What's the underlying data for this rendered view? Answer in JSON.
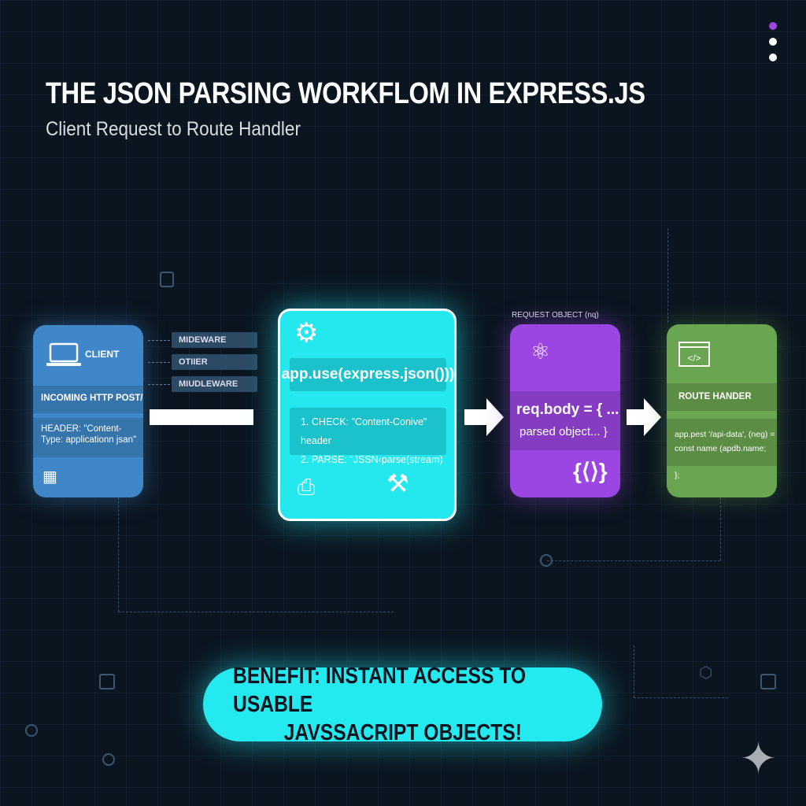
{
  "header": {
    "title": "THE JSON PARSING WORKFLOM IN EXPRESS.JS",
    "subtitle": "Client Request to Route Handler"
  },
  "client": {
    "label": "CLIENT",
    "request": "INCOMING HTTP POST/PUT",
    "header": "HEADER: \"Content-Type: applicationn jsan\""
  },
  "middleware": [
    "MIDEWARE",
    "OTIIER",
    "MIUDLEWARE"
  ],
  "express": {
    "code": "app.use(express.json()))",
    "steps": [
      "1.  CHECK: \"Content-Conive\" header",
      "2.  PARSE: \"JSSN‹parse(stream)"
    ]
  },
  "request": {
    "caption": "REQUEST OBJECT (nq)",
    "body": "req.body = { ...",
    "parsed": "parsed object... }",
    "braces": "{⟨⟩}"
  },
  "route": {
    "title": "ROUTE HANDER",
    "code": [
      "app.pest '/api-data', (neg) =",
      "const name (apdb.name;",
      "};"
    ]
  },
  "benefit": {
    "line1": "BENEFIT: INSTANT ACCESS TO USABLE",
    "line2": "JAVSSACRIPT OBJECTS!"
  },
  "colors": {
    "client": "#3f87c9",
    "express": "#24e8ee",
    "request": "#9b46e2",
    "route": "#6aa551",
    "accent": "#9b46e2"
  }
}
